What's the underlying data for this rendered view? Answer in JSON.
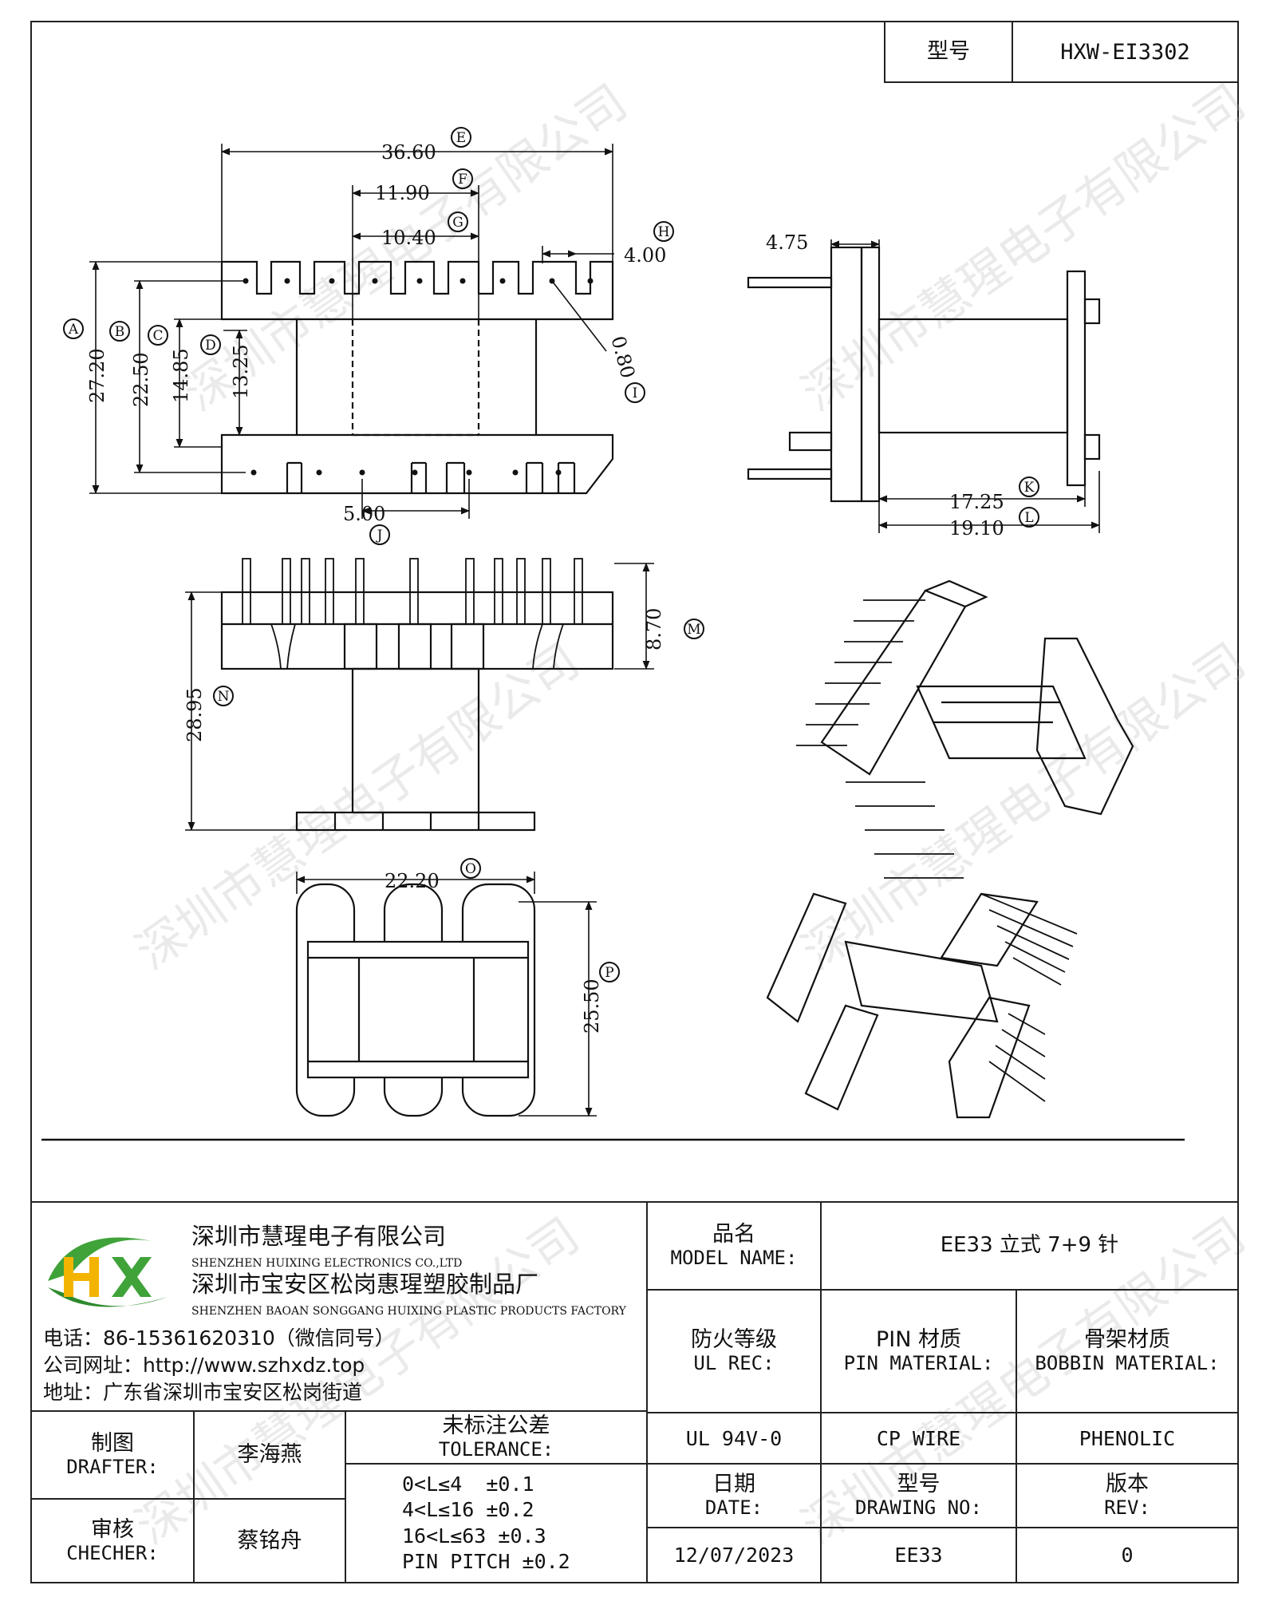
{
  "title_block_top": {
    "label_cn": "型号",
    "value": "HXW-EI3302"
  },
  "dimensions": {
    "A": "27.20",
    "B": "22.50",
    "C": "14.85",
    "D": "13.25",
    "E": "36.60",
    "F": "11.90",
    "G": "10.40",
    "H": "4.00",
    "I": "0.80",
    "J": "5.00",
    "side_top": "4.75",
    "K": "17.25",
    "L": "19.10",
    "M": "8.70",
    "N": "28.95",
    "O": "22.20",
    "P": "25.50"
  },
  "dim_letters": {
    "A": "A",
    "B": "B",
    "C": "C",
    "D": "D",
    "E": "E",
    "F": "F",
    "G": "G",
    "H": "H",
    "I": "I",
    "J": "J",
    "K": "K",
    "L": "L",
    "M": "M",
    "N": "N",
    "O": "O",
    "P": "P"
  },
  "watermark": "深圳市慧瑆电子有限公司",
  "company": {
    "name_cn": "深圳市慧瑆电子有限公司",
    "name_en": "SHENZHEN HUIXING ELECTRONICS CO.,LTD",
    "factory_cn": "深圳市宝安区松岗惠瑆塑胶制品厂",
    "factory_en": "SHENZHEN BAOAN SONGGANG HUIXING PLASTIC PRODUCTS FACTORY",
    "phone": "电话：86-15361620310（微信同号）",
    "website": "公司网址：http://www.szhxdz.top",
    "address": "地址：广东省深圳市宝安区松岗街道",
    "logo_letters": "HX"
  },
  "model": {
    "label_cn": "品名",
    "label_en": "MODEL NAME:",
    "value": "EE33 立式 7+9 针"
  },
  "ul": {
    "label_cn": "防火等级",
    "label_en": "UL REC:",
    "value": "UL 94V-0"
  },
  "pin": {
    "label_cn": "PIN 材质",
    "label_en": "PIN MATERIAL:",
    "value": "CP WIRE"
  },
  "bobbin": {
    "label_cn": "骨架材质",
    "label_en": "BOBBIN MATERIAL:",
    "value": "PHENOLIC"
  },
  "drafter": {
    "label_cn": "制图",
    "label_en": "DRAFTER:",
    "value": "李海燕"
  },
  "checker": {
    "label_cn": "审核",
    "label_en": "CHECHER:",
    "value": "蔡铭舟"
  },
  "tolerance": {
    "label_cn": "未标注公差",
    "label_en": "TOLERANCE:",
    "lines": [
      "0<L≤4  ±0.1",
      "4<L≤16 ±0.2",
      "16<L≤63 ±0.3",
      "PIN PITCH ±0.2"
    ]
  },
  "date": {
    "label_cn": "日期",
    "label_en": "DATE:",
    "value": "12/07/2023"
  },
  "drawing_no": {
    "label_cn": "型号",
    "label_en": "DRAWING NO:",
    "value": "EE33"
  },
  "rev": {
    "label_cn": "版本",
    "label_en": "REV:",
    "value": "0"
  }
}
